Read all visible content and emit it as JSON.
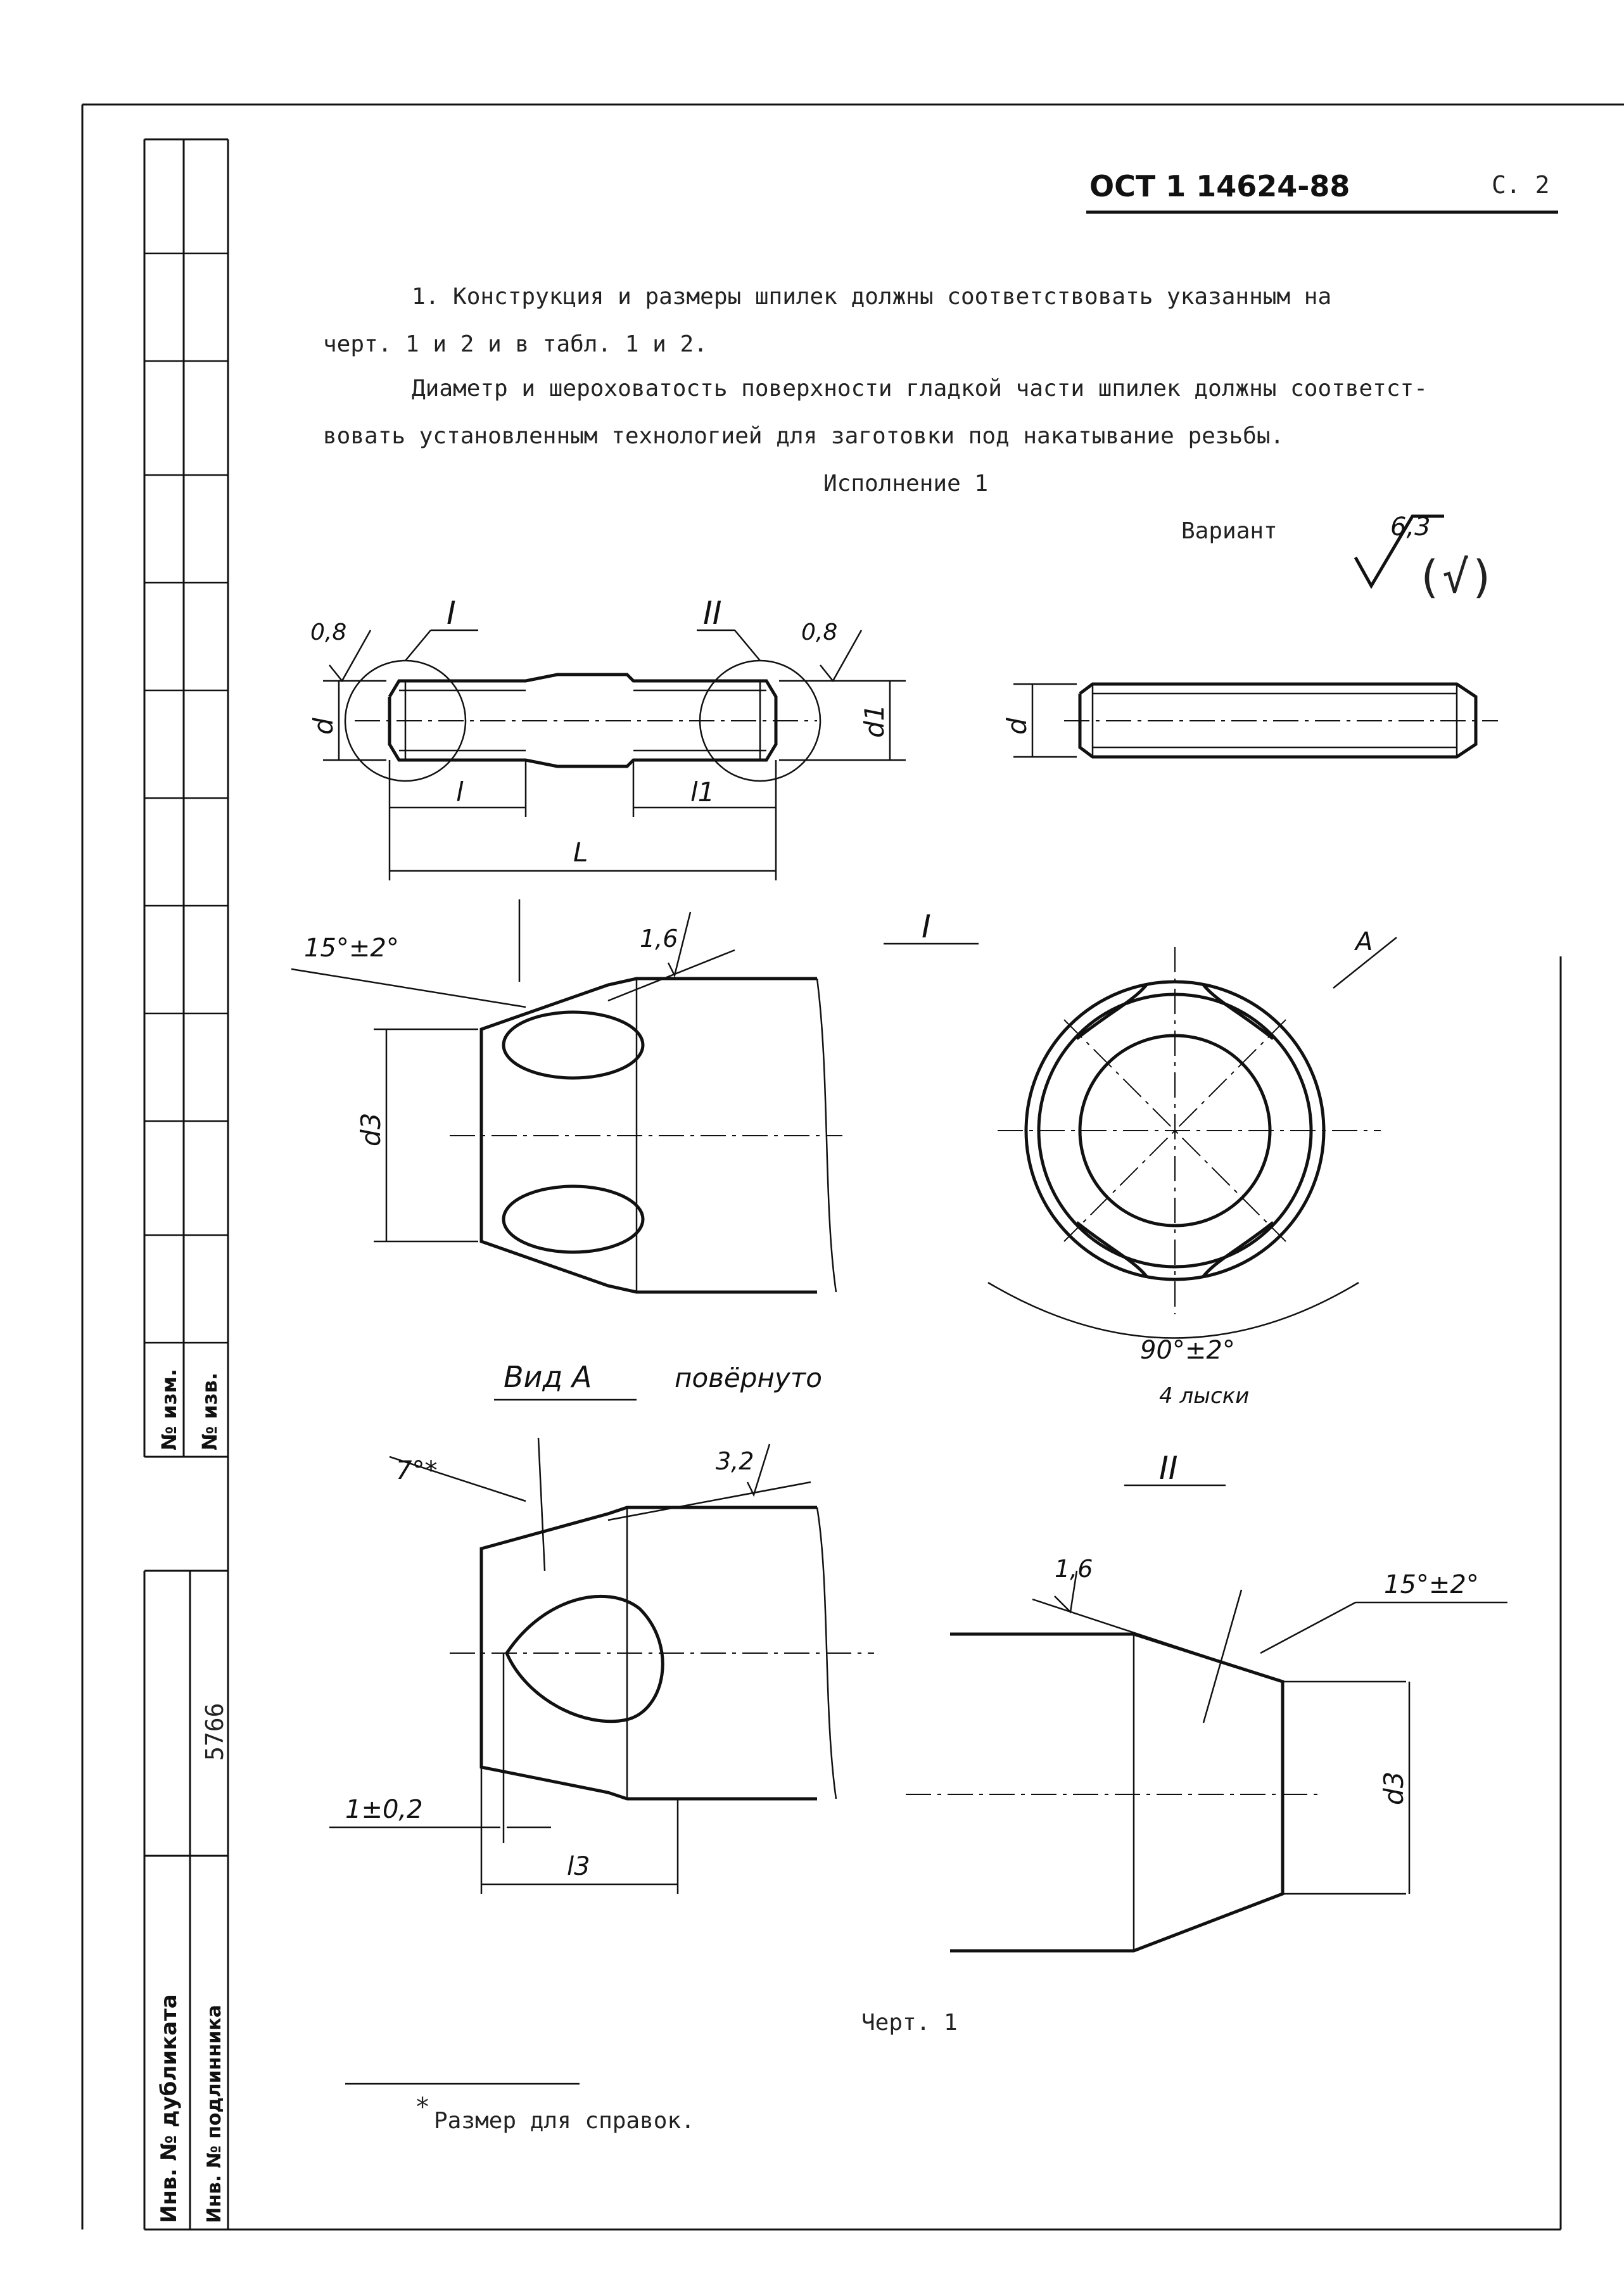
{
  "header": {
    "standard": "ОСТ 1 14624-88",
    "page": "С. 2"
  },
  "body": {
    "p1_line1": "1. Конструкция и размеры шпилек должны соответствовать указанным на",
    "p1_line2": "черт. 1 и 2 и в табл. 1 и 2.",
    "p2_line1": "Диаметр и шероховатость поверхности гладкой части шпилек должны соответст-",
    "p2_line2": "вовать установленным технологией для заготовки под накатывание резьбы.",
    "execution": "Исполнение 1",
    "variant": "Вариант"
  },
  "drawing": {
    "roughness_top": "6,3",
    "roughness_paren": "(√)",
    "callout_I": "I",
    "callout_II": "II",
    "rough_08_left": "0,8",
    "rough_08_right": "0,8",
    "dim_d": "d",
    "dim_d1": "d1",
    "dim_d_right": "d",
    "dim_l": "l",
    "dim_l1": "l1",
    "dim_L": "L",
    "angle_15_top": "15°±2°",
    "rough_16_top": "1,6",
    "view_I_label": "I",
    "dim_d3_left": "d3",
    "arrow_A": "A",
    "angle_90": "90°±2°",
    "flats_4": "4 лыски",
    "view_A": "Вид А",
    "rotated": "повёрнуто",
    "angle_7": "7°*",
    "rough_32": "3,2",
    "view_II_label": "II",
    "rough_16_bottom": "1,6",
    "angle_15_bottom": "15°±2°",
    "dim_1": "1±0,2",
    "dim_l3": "l3",
    "dim_d3_right": "d3",
    "figure_caption": "Черт. 1"
  },
  "footnote": {
    "marker": "*",
    "text": "Размер для справок."
  },
  "side_stamp": {
    "change_no": "№ изм.",
    "notice_no": "№ изв.",
    "inv_duplicate": "Инв. № дубликата",
    "inv_original": "Инв. № подлинника",
    "inv_value": "5766"
  }
}
